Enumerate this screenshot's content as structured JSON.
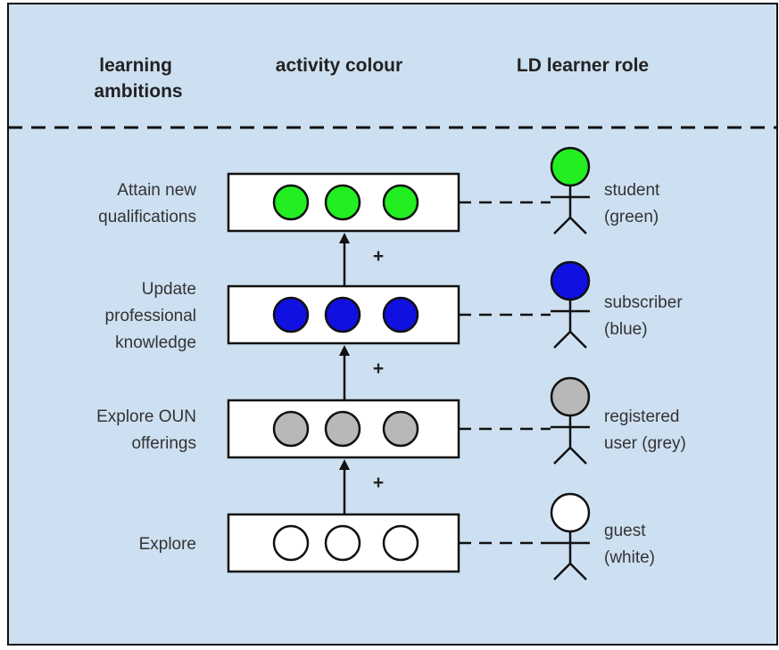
{
  "headers": {
    "ambitions": [
      "learning",
      "ambitions"
    ],
    "colour": "activity colour",
    "role": "LD learner role"
  },
  "levels": [
    {
      "ambition": [
        "Attain new",
        "qualifications"
      ],
      "color": "#22ee22",
      "role_lines": [
        "student",
        "(green)"
      ]
    },
    {
      "ambition": [
        "Update",
        "professional",
        "knowledge"
      ],
      "color": "#1010e0",
      "role_lines": [
        "subscriber",
        "(blue)"
      ]
    },
    {
      "ambition": [
        "Explore OUN",
        "offerings"
      ],
      "color": "#b8b8b8",
      "role_lines": [
        "registered",
        "user (grey)"
      ]
    },
    {
      "ambition": [
        "Explore"
      ],
      "color": "#ffffff",
      "role_lines": [
        "guest",
        "(white)"
      ]
    }
  ],
  "plus_sign": "+",
  "colors": {
    "background": "#cde0f1",
    "stroke": "#111111"
  }
}
